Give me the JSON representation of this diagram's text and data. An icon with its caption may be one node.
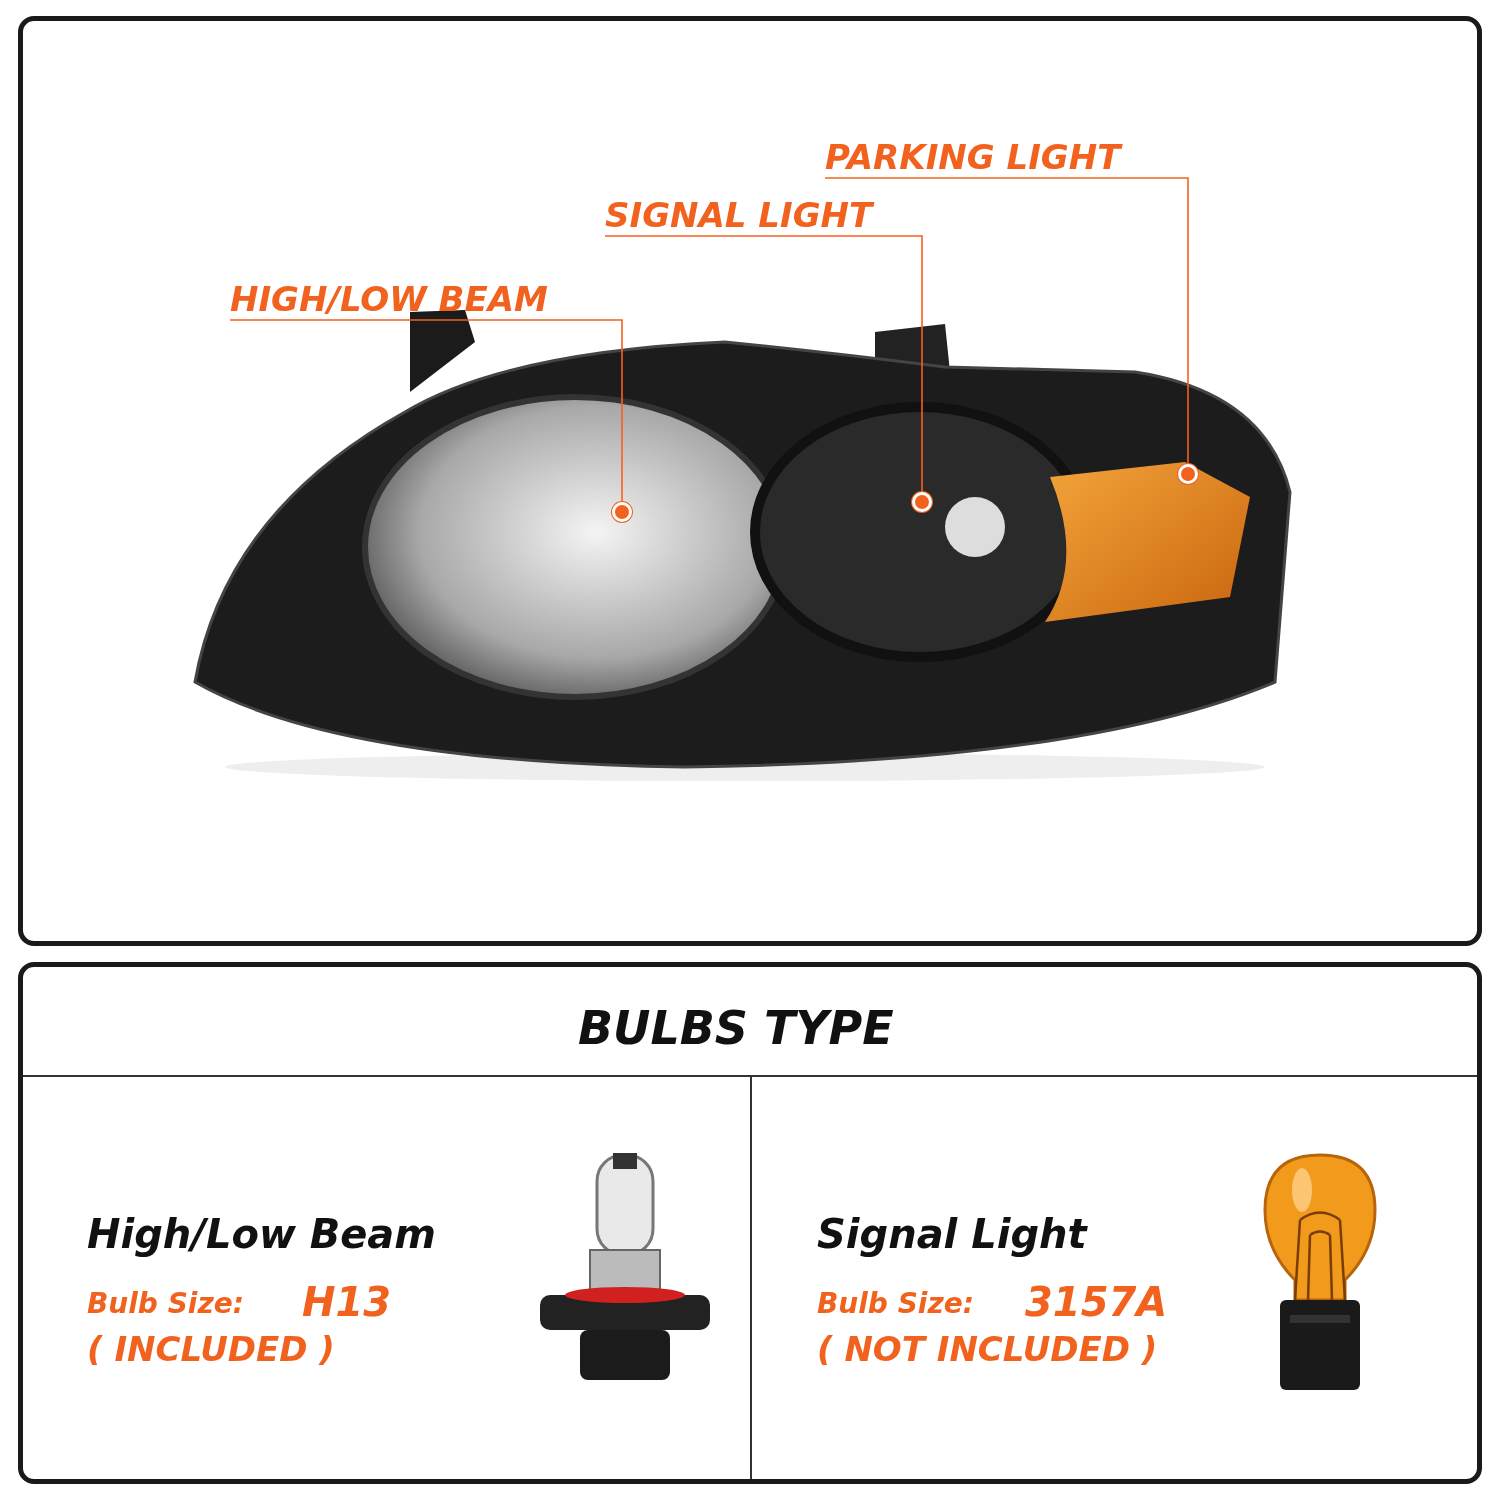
{
  "diagram": {
    "nodes": [
      {
        "text": [
          "HIGH/LOW BEAM"
        ]
      },
      {
        "text": [
          "SIGNAL LIGHT"
        ]
      },
      {
        "text": [
          "PARKING LIGHT"
        ]
      },
      {
        "text": [],
        "shape": "picture"
      },
      {
        "text": [],
        "shape": "circle",
        "in": 3
      },
      {
        "text": [],
        "shape": "circle",
        "in": 3
      },
      {
        "text": [],
        "shape": "circle",
        "in": 3
      },
      {
        "text": [
          "BULBS TYPE"
        ]
      },
      {
        "text": [
          "High/Low Beam",
          "Bulb Size:",
          "H13",
          "( INCLUDED )"
        ],
        "in": 7
      },
      {
        "text": [],
        "shape": "picture",
        "in": 8
      },
      {
        "text": [
          "Signal Light",
          "Bulb Size:",
          "3157A",
          "( NOT INCLUDED )"
        ],
        "in": 7
      },
      {
        "text": [],
        "shape": "picture",
        "in": 10
      }
    ],
    "edges": [
      {
        "from": 0,
        "to": 4,
        "arrow": "none"
      },
      {
        "from": 1,
        "to": 5,
        "arrow": "none"
      },
      {
        "from": 2,
        "to": 6,
        "arrow": "none"
      }
    ]
  }
}
